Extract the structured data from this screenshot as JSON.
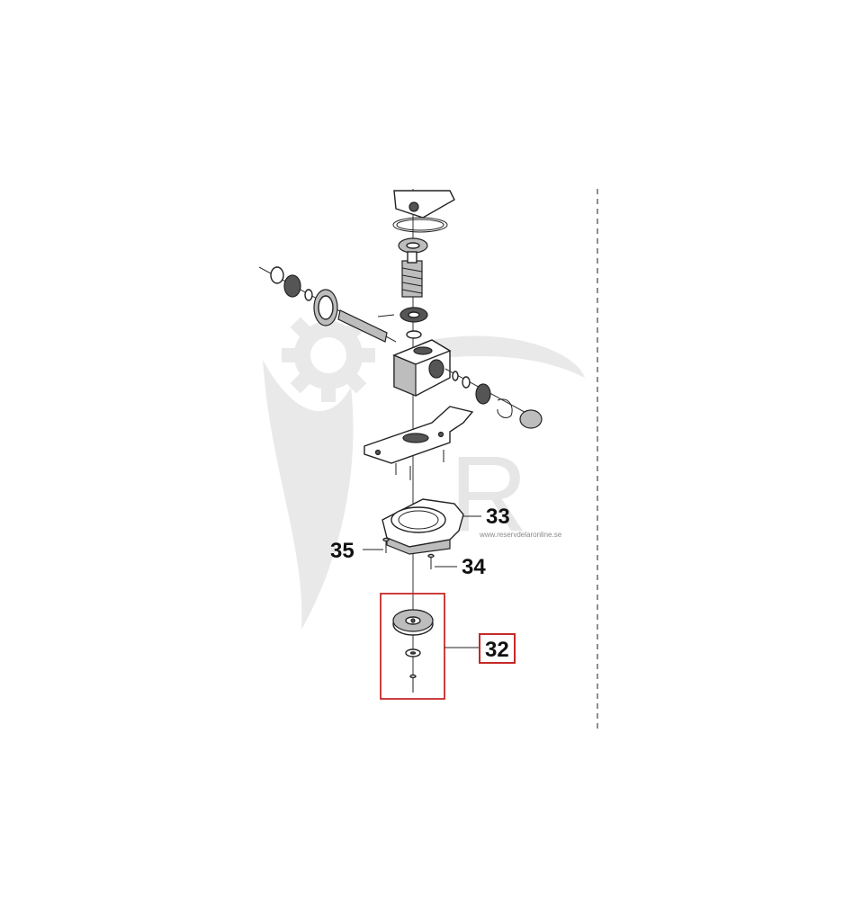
{
  "watermark": {
    "url_text": "www.reservdelaronline.se",
    "letter": "R"
  },
  "callouts": [
    {
      "id": "33",
      "label": "33",
      "highlighted": false
    },
    {
      "id": "35",
      "label": "35",
      "highlighted": false
    },
    {
      "id": "34",
      "label": "34",
      "highlighted": false
    },
    {
      "id": "32",
      "label": "32",
      "highlighted": true
    }
  ],
  "colors": {
    "highlight": "#c62828",
    "line": "#222222",
    "watermark": "#e6e6e6"
  }
}
